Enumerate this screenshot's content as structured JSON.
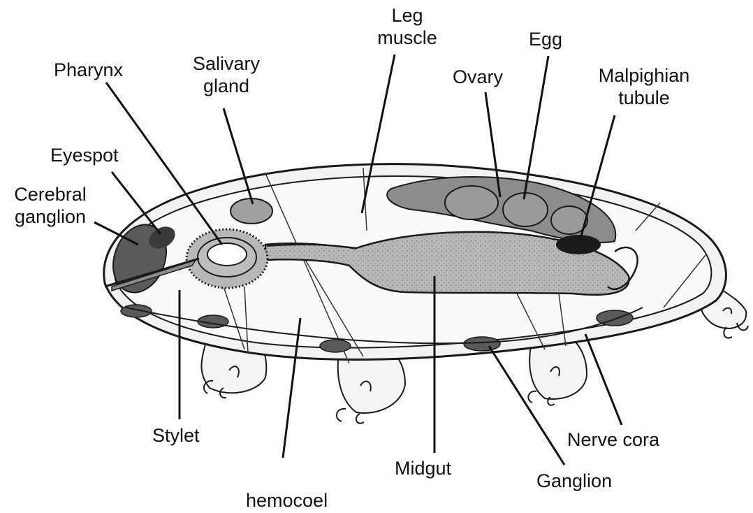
{
  "labels": {
    "leg_muscle": [
      "Leg",
      "muscle"
    ],
    "egg": "Egg",
    "pharynx": "Pharynx",
    "salivary_gland": [
      "Salivary",
      "gland"
    ],
    "ovary": "Ovary",
    "malpighian_tubule": [
      "Malpighian",
      "tubule"
    ],
    "eyespot": "Eyespot",
    "cerebral_ganglion": [
      "Cerebral",
      "ganglion"
    ],
    "stylet": "Stylet",
    "nerve_cord": "Nerve cora",
    "midgut": "Midgut",
    "ganglion": "Ganglion",
    "hemocoel": "hemocoel"
  },
  "colors": {
    "outline": "#1a1a1a",
    "gut_fill": "#b8b8b8",
    "organ_dark": "#5a5a5a",
    "organ_mid": "#8c8c8c",
    "background": "#ffffff"
  }
}
